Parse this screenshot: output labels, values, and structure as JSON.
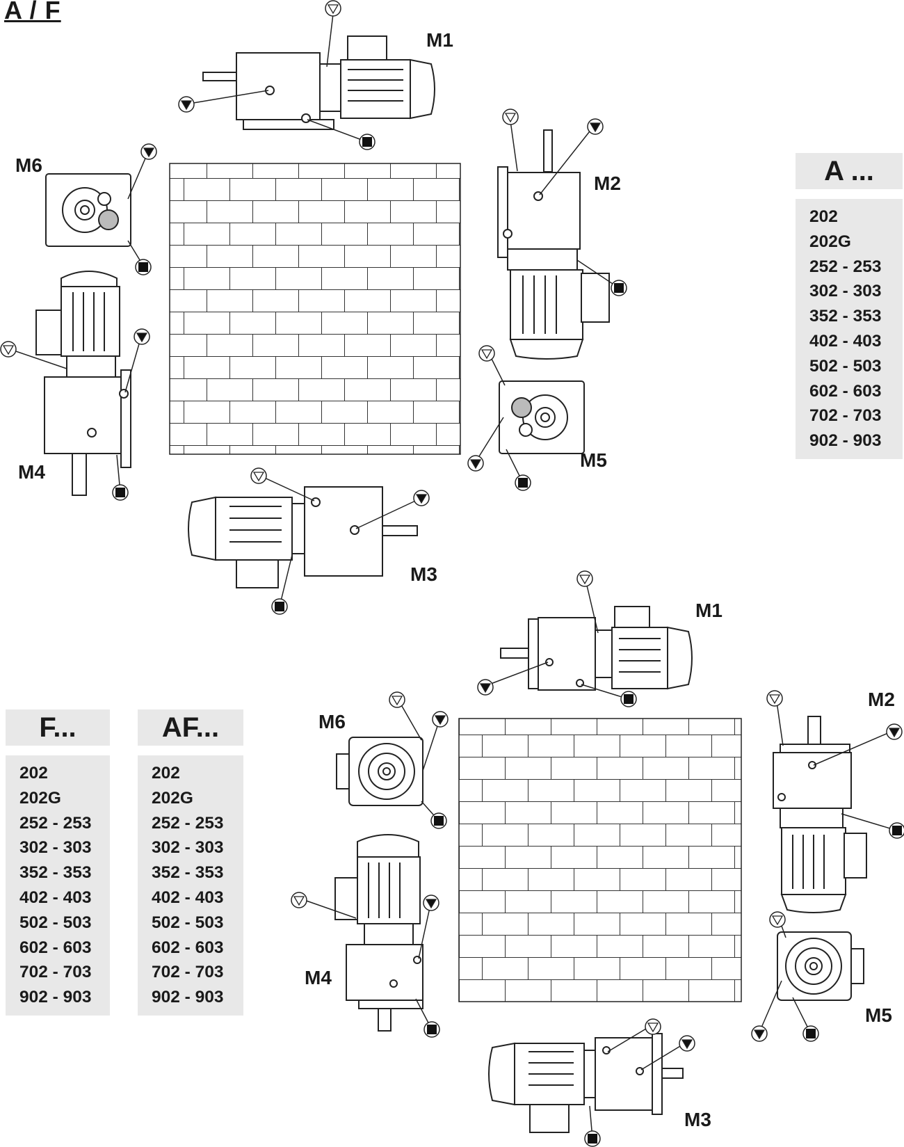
{
  "page_title": "A / F",
  "groups": [
    {
      "name": "A",
      "labels": {
        "m1": "M1",
        "m2": "M2",
        "m3": "M3",
        "m4": "M4",
        "m5": "M5",
        "m6": "M6"
      }
    },
    {
      "name": "F",
      "labels": {
        "m1": "M1",
        "m2": "M2",
        "m3": "M3",
        "m4": "M4",
        "m5": "M5",
        "m6": "M6"
      }
    }
  ],
  "tables": {
    "a": {
      "heading": "A ...",
      "rows": [
        "202",
        "202G",
        "252 - 253",
        "302 - 303",
        "352 - 353",
        "402 - 403",
        "502 - 503",
        "602 - 603",
        "702 - 703",
        "902 - 903"
      ]
    },
    "f": {
      "heading": "F...",
      "rows": [
        "202",
        "202G",
        "252 - 253",
        "302 - 303",
        "352 - 353",
        "402 - 403",
        "502 - 503",
        "602 - 603",
        "702 - 703",
        "902 - 903"
      ]
    },
    "af": {
      "heading": "AF...",
      "rows": [
        "202",
        "202G",
        "252 - 253",
        "302 - 303",
        "352 - 353",
        "402 - 403",
        "502 - 503",
        "602 - 603",
        "702 - 703",
        "902 - 903"
      ]
    }
  },
  "legend_symbols": {
    "fill_plug": "open-down-triangle-icon",
    "level_plug": "filled-down-triangle-icon",
    "drain_plug": "filled-square-icon"
  }
}
